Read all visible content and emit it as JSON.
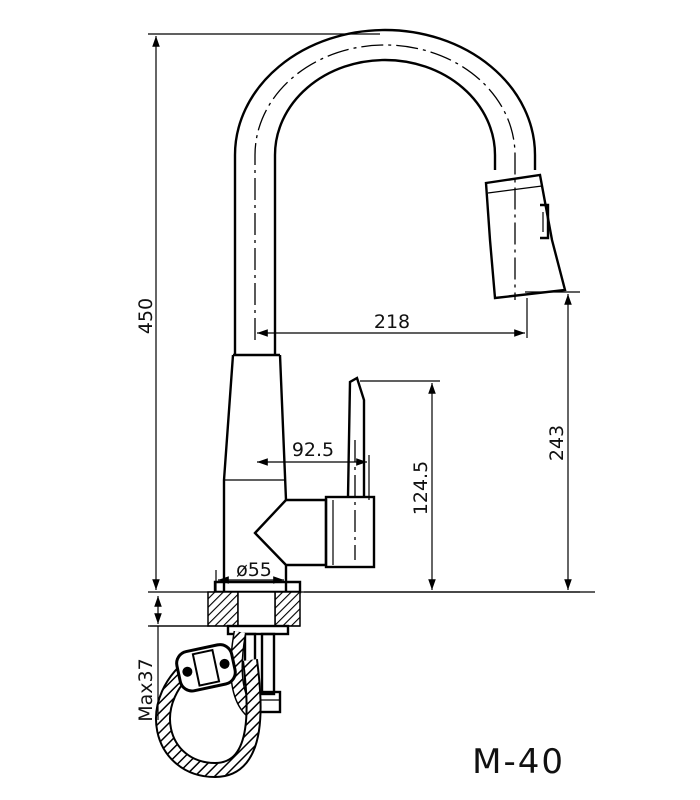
{
  "drawing": {
    "model": "M-40",
    "dimensions": {
      "total_height": "450",
      "spout_reach": "218",
      "spout_height": "243",
      "handle_reach": "92.5",
      "handle_height": "124.5",
      "base_diameter": "ø55",
      "max_deck_thickness": "Max37"
    }
  }
}
